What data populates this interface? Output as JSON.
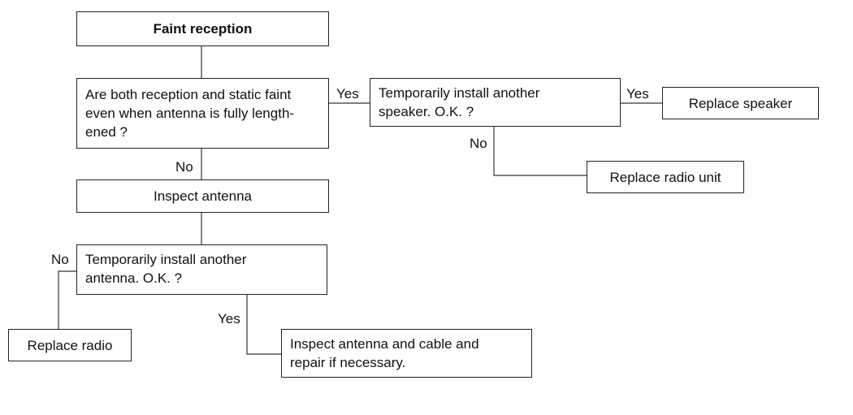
{
  "nodes": {
    "start": "Faint reception",
    "q_static": "Are both reception and static faint even when antenna is fully lengthened ?",
    "q_static_lines": [
      "Are both reception and static faint",
      "even when antenna is fully length-",
      "ened ?"
    ],
    "q_speaker_lines": [
      "Temporarily install another",
      "speaker. O.K. ?"
    ],
    "replace_speaker": "Replace speaker",
    "replace_radio_unit": "Replace radio unit",
    "inspect_antenna": "Inspect antenna",
    "q_antenna_lines": [
      "Temporarily install another",
      "antenna. O.K. ?"
    ],
    "replace_radio": "Replace radio",
    "repair_lines": [
      "Inspect antenna and cable and",
      "repair if necessary."
    ]
  },
  "edge_labels": {
    "yes": "Yes",
    "no": "No"
  }
}
